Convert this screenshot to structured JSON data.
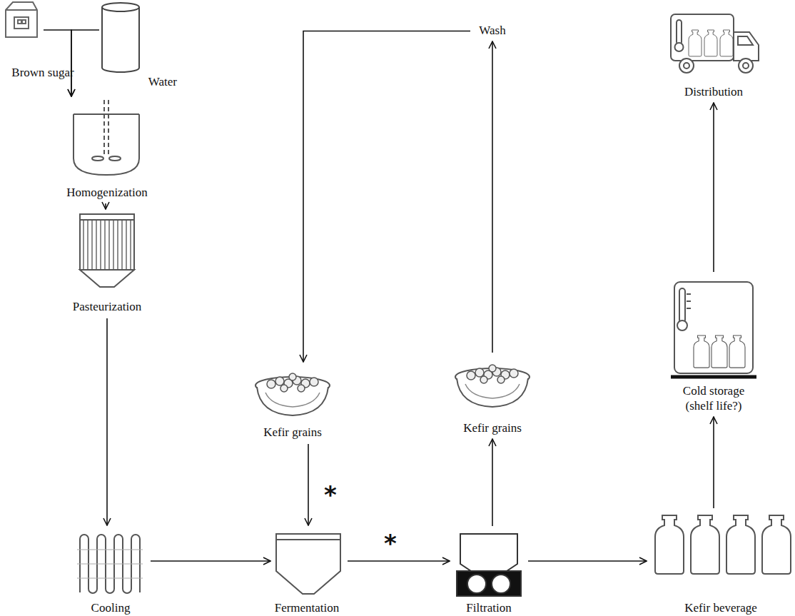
{
  "diagram": {
    "nodes": [
      {
        "text": [
          "Brown sugar"
        ]
      },
      {
        "text": [
          "Water"
        ]
      },
      {
        "text": [
          "Homogenization"
        ]
      },
      {
        "text": [
          "Pasteurization"
        ]
      },
      {
        "text": [
          "Cooling"
        ]
      },
      {
        "text": [
          "Fermentation"
        ]
      },
      {
        "text": [
          "Kefir grains"
        ]
      },
      {
        "text": [
          "Filtration"
        ]
      },
      {
        "text": [
          "Kefir grains"
        ]
      },
      {
        "text": [
          "Wash"
        ]
      },
      {
        "text": [
          "Kefir beverage"
        ]
      },
      {
        "text": [
          "Cold storage (shelf life?)"
        ]
      },
      {
        "text": [
          "Distribution"
        ]
      }
    ],
    "edges": [
      {
        "from": 0,
        "to": 2,
        "arrow": "to"
      },
      {
        "from": 1,
        "to": 2,
        "arrow": "to"
      },
      {
        "from": 2,
        "to": 3,
        "arrow": "to"
      },
      {
        "from": 3,
        "to": 4,
        "arrow": "to"
      },
      {
        "from": 4,
        "to": 5,
        "arrow": "to"
      },
      {
        "from": 6,
        "to": 5,
        "label": "*",
        "arrow": "to"
      },
      {
        "from": 5,
        "to": 7,
        "label": "*",
        "arrow": "to"
      },
      {
        "from": 7,
        "to": 8,
        "arrow": "to"
      },
      {
        "from": 8,
        "to": 9,
        "arrow": "to"
      },
      {
        "from": 9,
        "to": 6,
        "arrow": "to"
      },
      {
        "from": 7,
        "to": 10,
        "arrow": "to"
      },
      {
        "from": 10,
        "to": 11,
        "arrow": "to"
      },
      {
        "from": 11,
        "to": 12,
        "arrow": "to"
      }
    ]
  }
}
